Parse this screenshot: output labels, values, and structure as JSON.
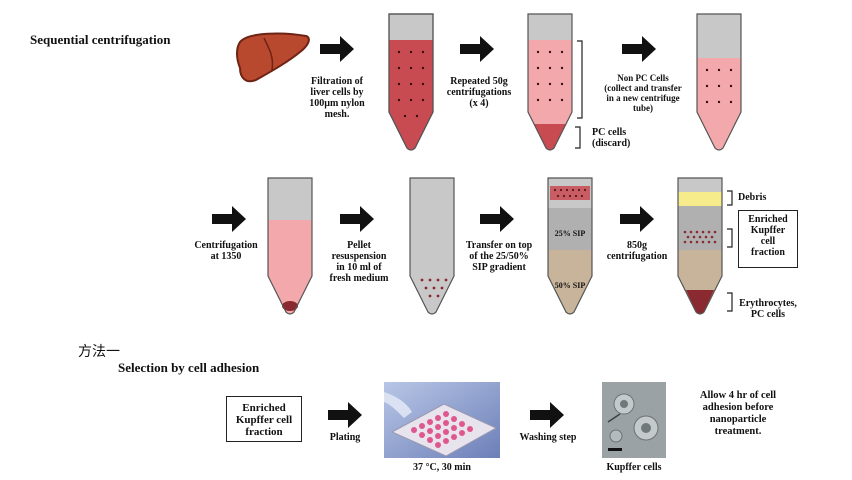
{
  "section1_title": "Sequential centrifugation",
  "step_filtration": "Filtration of\nliver cells by\n100µm nylon\nmesh.",
  "step_repeated": "Repeated 50g\ncentrifugations\n(x 4)",
  "step_non_pc": "Non PC Cells\n(collect and transfer\nin a new centrifuge\ntube)",
  "step_pc_cells": "PC cells\n(discard)",
  "step_centrifugation_1350": "Centrifugation\nat 1350",
  "step_pellet": "Pellet\nresuspension\nin 10 ml of\nfresh medium",
  "step_transfer": "Transfer on top\nof the 25/50%\nSIP gradient",
  "label_25_sip": "25% SIP",
  "label_50_sip": "50% SIP",
  "step_850g": "850g\ncentrifugation",
  "label_debris": "Debris",
  "label_enriched_kupffer_top": "Enriched\nKupffer\ncell\nfraction",
  "label_erythrocytes": "Erythrocytes,\nPC cells",
  "method_label": "方法一",
  "section2_title": "Selection by cell adhesion",
  "label_enriched_kupffer_bottom": "Enriched\nKupffer cell\nfraction",
  "step_plating": "Plating",
  "label_incubation": "37 °C,  30 min",
  "step_washing": "Washing step",
  "label_kupffer_cells": "Kupffer cells",
  "note_allow": "Allow 4 hr of cell\nadhesion before\nnanoparticle\ntreatment.",
  "colors": {
    "liquid_red": "#c84b52",
    "liquid_pink": "#f3a9ab",
    "tube_gray": "#c8c8c8",
    "sip_tan": "#c8b49a",
    "debris_yellow": "#f6ec8c",
    "pellet_dark": "#8a2a30"
  }
}
